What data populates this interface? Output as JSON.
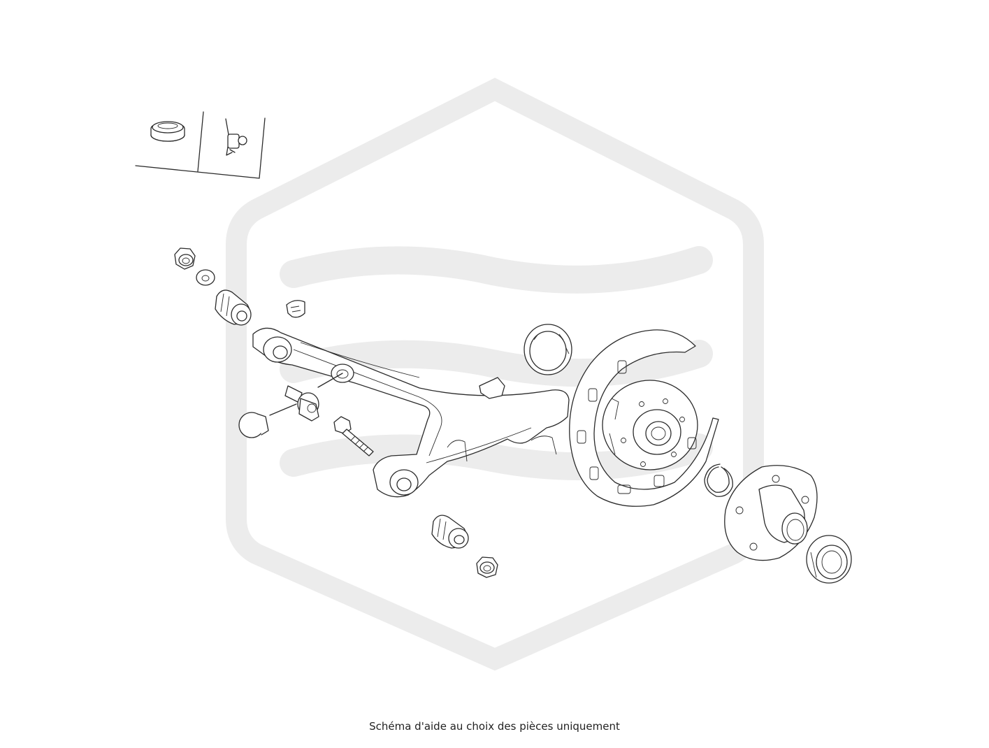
{
  "caption": "Schéma d'aide au choix des pièces uniquement",
  "colors": {
    "line": "#2b2b2b",
    "watermark": "#ececec",
    "background": "#ffffff"
  },
  "parts": [
    {
      "id": "plug-cap",
      "interactable": true
    },
    {
      "id": "clip-fastener",
      "interactable": true
    },
    {
      "id": "nut-upper",
      "interactable": true
    },
    {
      "id": "washer-upper",
      "interactable": true
    },
    {
      "id": "bushing-upper",
      "interactable": true
    },
    {
      "id": "grommet",
      "interactable": true
    },
    {
      "id": "trailing-arm",
      "interactable": true
    },
    {
      "id": "bolt-with-washer",
      "interactable": true
    },
    {
      "id": "cover-cap",
      "interactable": true
    },
    {
      "id": "bolt",
      "interactable": true
    },
    {
      "id": "bushing-lower",
      "interactable": true
    },
    {
      "id": "nut-lower",
      "interactable": true
    },
    {
      "id": "abs-ring",
      "interactable": true
    },
    {
      "id": "brake-backing-plate",
      "interactable": true
    },
    {
      "id": "snap-ring",
      "interactable": true
    },
    {
      "id": "wheel-hub",
      "interactable": true
    },
    {
      "id": "wheel-bearing",
      "interactable": true
    }
  ]
}
